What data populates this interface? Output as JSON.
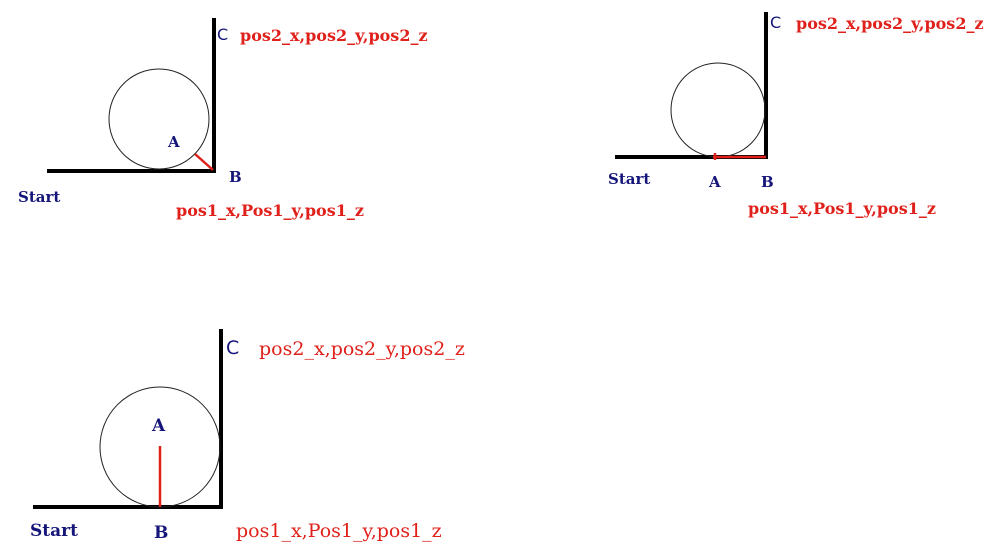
{
  "colors": {
    "label_dark": "#16167a",
    "label_red": "#e0201a",
    "wall": "#000000",
    "circle": "#222222"
  },
  "diagram_1": {
    "label_c": "C",
    "pos2": "pos2_x,pos2_y,pos2_z",
    "label_a": "A",
    "label_b": "B",
    "label_start": "Start",
    "pos1": "pos1_x,Pos1_y,pos1_z"
  },
  "diagram_2": {
    "label_c": "C",
    "pos2": "pos2_x,pos2_y,pos2_z",
    "label_a": "A",
    "label_b": "B",
    "label_start": "Start",
    "pos1": "pos1_x,Pos1_y,pos1_z"
  },
  "diagram_3": {
    "label_c": "C",
    "pos2": "pos2_x,pos2_y,pos2_z",
    "label_a": "A",
    "label_b": "B",
    "label_start": "Start",
    "pos1": "pos1_x,Pos1_y,pos1_z"
  }
}
